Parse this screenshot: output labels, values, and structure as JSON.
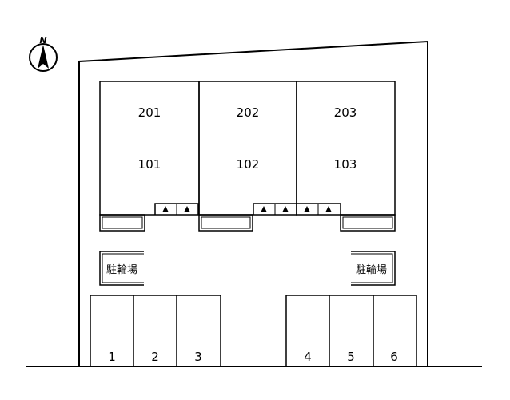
{
  "compass": {
    "north_label": "N",
    "icon": "north-arrow-icon"
  },
  "units": [
    {
      "upper": "201",
      "lower": "101"
    },
    {
      "upper": "202",
      "lower": "102"
    },
    {
      "upper": "203",
      "lower": "103"
    }
  ],
  "bicycle_parking": [
    {
      "label": "駐輪場"
    },
    {
      "label": "駐輪場"
    }
  ],
  "parking_spaces": [
    "1",
    "2",
    "3",
    "4",
    "5",
    "6"
  ],
  "entrance_marker_count": 6
}
